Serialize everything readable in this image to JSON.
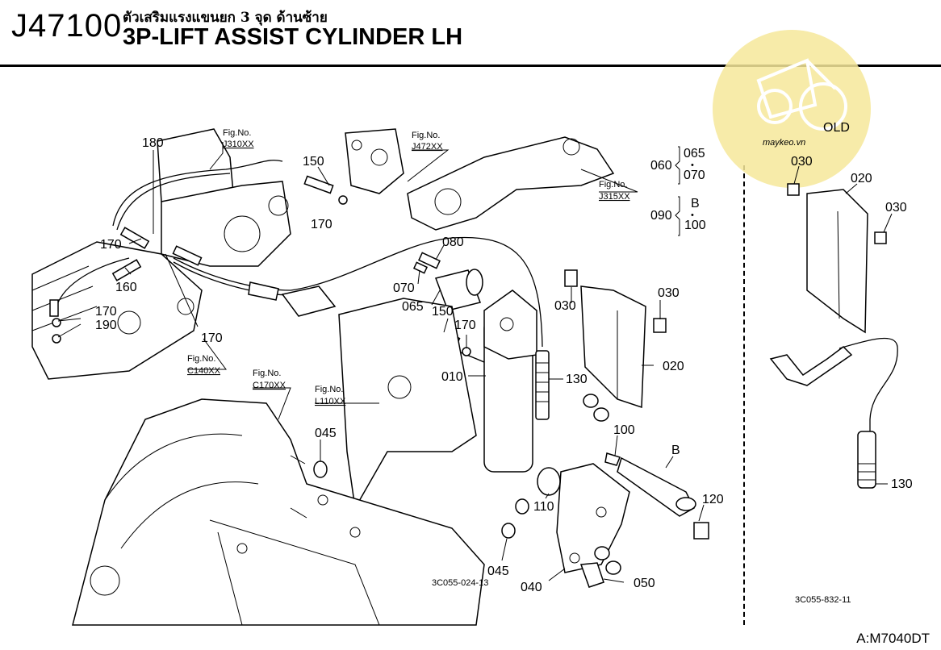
{
  "header": {
    "code": "J47100",
    "thai_title": "ตัวเสริมแรงแขนยก 3 จุด ด้านซ้าย",
    "title": "3P-LIFT ASSIST CYLINDER LH"
  },
  "watermark": {
    "badge": "OLD",
    "site": "maykeo.vn",
    "icon": "tractor-icon",
    "color": "#f6e89a"
  },
  "fig_refs": {
    "j310": {
      "label": "Fig.No.",
      "code": "J310XX"
    },
    "j472": {
      "label": "Fig.No.",
      "code": "J472XX"
    },
    "j315": {
      "label": "Fig.No.",
      "code": "J315XX"
    },
    "c140": {
      "label": "Fig.No.",
      "code": "C140XX"
    },
    "c170": {
      "label": "Fig.No.",
      "code": "C170XX"
    },
    "l110": {
      "label": "Fig.No.",
      "code": "L110XX"
    }
  },
  "groups": {
    "g060": {
      "main": "060",
      "top": "065",
      "dot": "•",
      "bottom": "070"
    },
    "g090": {
      "main": "090",
      "top": "B",
      "dot": "•",
      "bottom": "100"
    }
  },
  "labels": {
    "p180": "180",
    "p150a": "150",
    "p170a": "170",
    "p170b": "170",
    "p160": "160",
    "p170c": "170",
    "p190": "190",
    "p170d": "170",
    "p080": "080",
    "p070": "070",
    "p065": "065",
    "p150b": "150",
    "p170e": "170",
    "p010": "010",
    "p130a": "130",
    "p030a": "030",
    "p030b": "030",
    "p020a": "020",
    "p045a": "045",
    "p110": "110",
    "p100": "100",
    "pB": "B",
    "p120": "120",
    "p045b": "045",
    "p040": "040",
    "p050": "050",
    "p030c": "030",
    "p020b": "020",
    "p030d": "030",
    "p130b": "130"
  },
  "codes": {
    "left_diagram": "3C055-024-13",
    "right_diagram": "3C055-832-11"
  },
  "model": "A:M7040DT"
}
